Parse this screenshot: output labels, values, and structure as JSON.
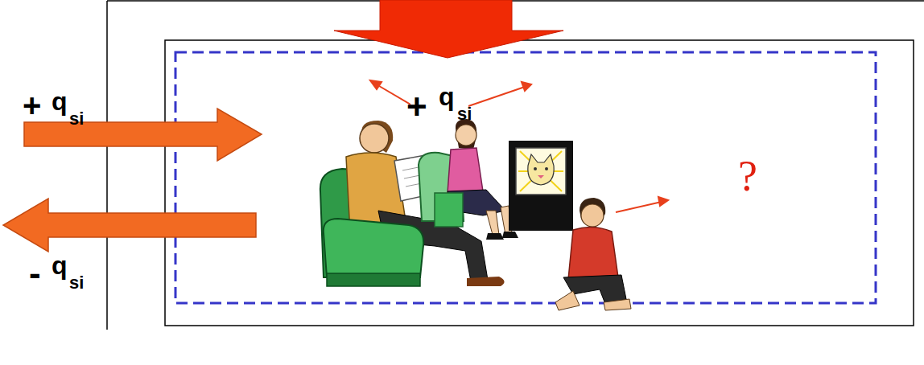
{
  "diagram": {
    "labels": [
      "+",
      "q",
      "si",
      "+",
      "q",
      "si",
      "-",
      "q",
      "si",
      "?"
    ]
  }
}
